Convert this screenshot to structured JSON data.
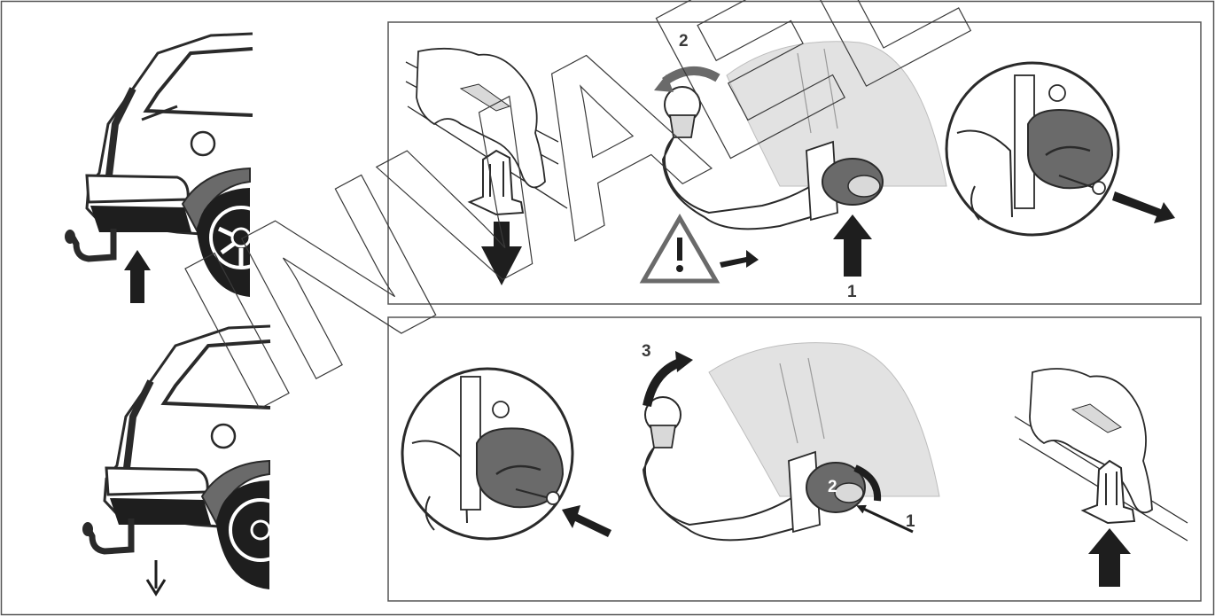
{
  "watermark": "INVAEL",
  "colors": {
    "stroke": "#2a2a2a",
    "dark": "#1e1e1e",
    "mid": "#6a6a6a",
    "light": "#d9d9d9",
    "panel_border": "#555555"
  },
  "top_panel": {
    "steps": {
      "rotate_ball": "2",
      "push_unlock": "1"
    },
    "icons": [
      "clip-open-icon",
      "warning-triangle-icon",
      "key-remove-icon"
    ]
  },
  "bottom_panel": {
    "steps": {
      "rotate_back": "3",
      "turn_knob": "2",
      "push_knob": "1"
    },
    "icons": [
      "key-insert-icon",
      "clip-closed-icon"
    ]
  }
}
